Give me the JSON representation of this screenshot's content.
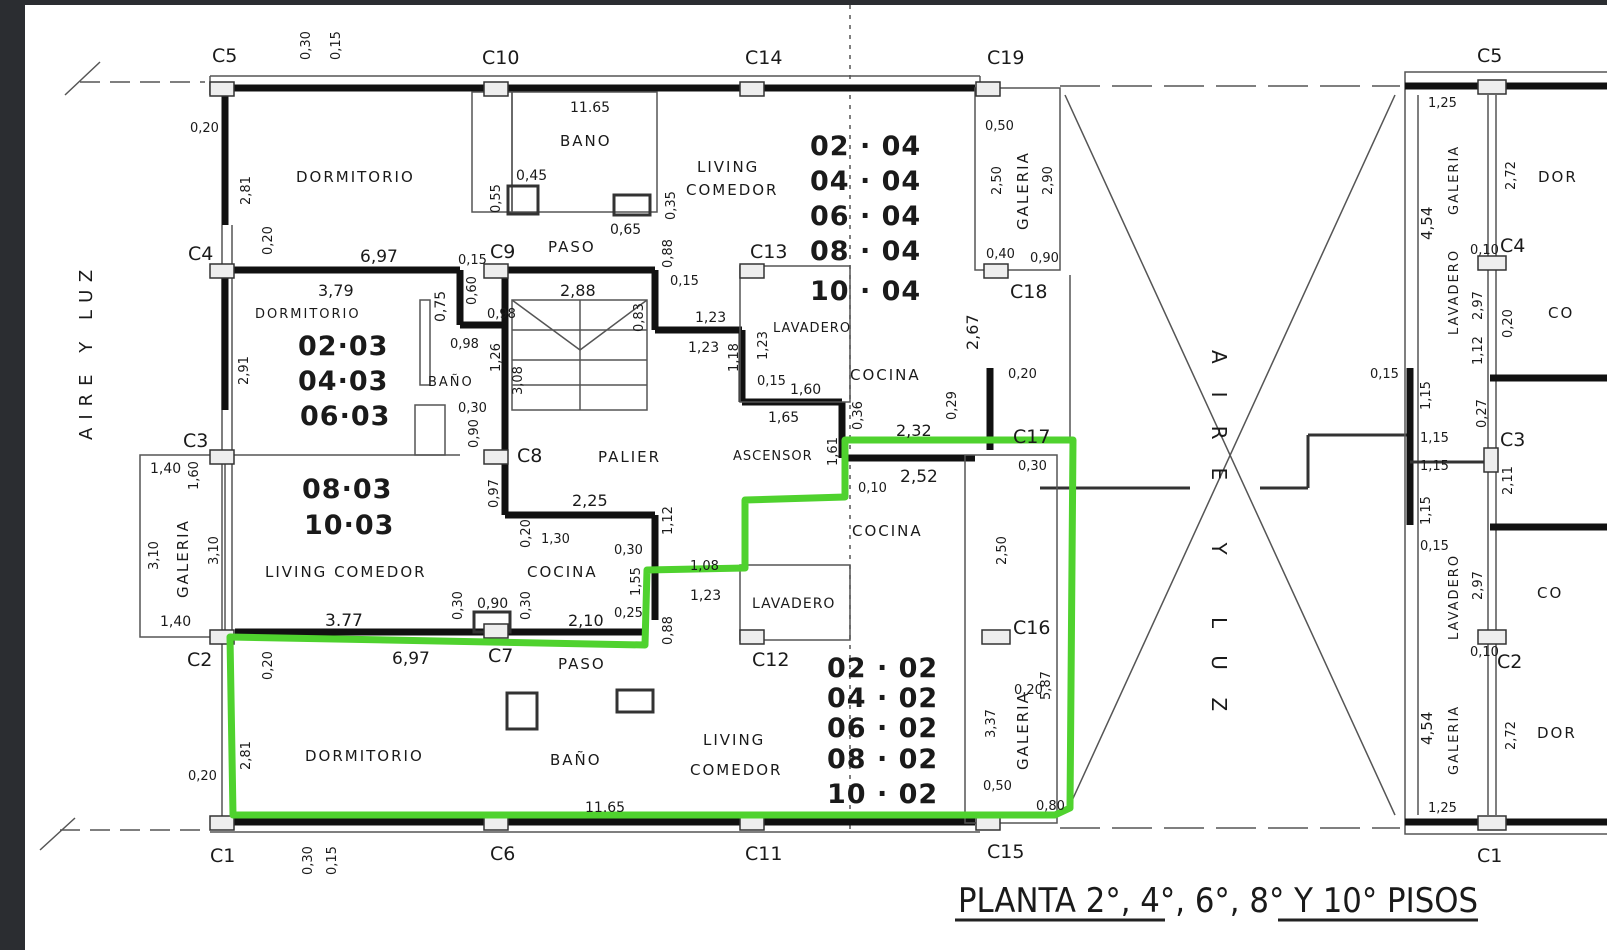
{
  "title": "PLANTA 2°, 4°, 6°, 8° Y 10° PISOS",
  "side_labels": {
    "left": "AIRE Y LUZ",
    "right": "AIRE Y LUZ"
  },
  "highlight_color": "#4fd22e",
  "columns": {
    "c5": "C5",
    "c10": "C10",
    "c14": "C14",
    "c19": "C19",
    "c4": "C4",
    "c9": "C9",
    "c13": "C13",
    "c18": "C18",
    "c3": "C3",
    "c8": "C8",
    "c17": "C17",
    "c2": "C2",
    "c7": "C7",
    "c12": "C12",
    "c16": "C16",
    "c1": "C1",
    "c6": "C6",
    "c11": "C11",
    "c15": "C15",
    "r_c5": "C5",
    "r_c4": "C4",
    "r_c3": "C3",
    "r_c2": "C2",
    "r_c1": "C1"
  },
  "rooms": {
    "dormitorio_top": "DORMITORIO",
    "bano_top": "BANO",
    "living_top": "LIVING",
    "comedor_top": "COMEDOR",
    "paso_top": "PASO",
    "galeria_top": "GALERIA",
    "dormitorio_mid": "DORMITORIO",
    "bano_mid": "BAÑO",
    "palier": "PALIER",
    "ascensor": "ASCENSOR",
    "lavadero_top": "LAVADERO",
    "cocina_top": "COCINA",
    "living_comedor_mid": "LIVING COMEDOR",
    "cocina_mid": "COCINA",
    "galeria_left": "GALERIA",
    "paso_bottom": "PASO",
    "lavadero_bottom": "LAVADERO",
    "cocina_bottom": "COCINA",
    "dormitorio_bottom": "DORMITORIO",
    "bano_bottom": "BAÑO",
    "living_bottom": "LIVING",
    "comedor_bottom": "COMEDOR",
    "galeria_bottom": "GALERIA",
    "r_galeria_top": "GALERIA",
    "r_lavadero_top": "LAVADERO",
    "r_lavadero_bottom": "LAVADERO",
    "r_galeria_bottom": "GALERIA",
    "r_dor_top": "DOR",
    "r_co_top": "CO",
    "r_co_bottom": "CO",
    "r_dor_bottom": "DOR"
  },
  "units": {
    "u04": [
      "02 · 04",
      "04 · 04",
      "06 · 04",
      "08 · 04",
      "10 · 04"
    ],
    "u03": [
      "02·03",
      "04·03",
      "06·03",
      "08·03",
      "10·03"
    ],
    "u02": [
      "02 · 02",
      "04 · 02",
      "06 · 02",
      "08 · 02",
      "10 · 02"
    ]
  },
  "dimensions": [
    "0,30",
    "0,15",
    "11.65",
    "0,20",
    "2,81",
    "0,55",
    "0,45",
    "0,65",
    "0,35",
    "6,97",
    "3,79",
    "0,20",
    "0,15",
    "0,75",
    "0,60",
    "0,98",
    "2,88",
    "0,88",
    "0,83",
    "1,23",
    "1,23",
    "0,15",
    "1,18",
    "1,23",
    "0,15",
    "1,60",
    "1,65",
    "0,36",
    "2,91",
    "0,98",
    "1,26",
    "3,08",
    "0,90",
    "0,30",
    "0,97",
    "2,25",
    "1,30",
    "0,20",
    "0,30",
    "1,55",
    "1,40",
    "1,60",
    "3,10",
    "3,10",
    "1,40",
    "3.77",
    "0,30",
    "0,90",
    "0,30",
    "2,10",
    "0,25",
    "0,88",
    "1,12",
    "1,08",
    "1,23",
    "1,61",
    "2,32",
    "2,52",
    "0,10",
    "0,29",
    "2,67",
    "0,20",
    "2,50",
    "2,90",
    "0,50",
    "0,90",
    "0,40",
    "2,50",
    "0,30",
    "5,87",
    "3,37",
    "0,20",
    "0,50",
    "0,80",
    "6,97",
    "0,20",
    "0,20",
    "2,81",
    "11.65",
    "0,30",
    "0,15",
    "1,25",
    "2,72",
    "4,54",
    "0,10",
    "2,97",
    "1,12",
    "0,15",
    "1,15",
    "1,15",
    "1,15",
    "2,11",
    "0,20",
    "1,15",
    "0,15",
    "2,97",
    "0,10",
    "4,54",
    "2,72",
    "1,25",
    "0,27"
  ]
}
